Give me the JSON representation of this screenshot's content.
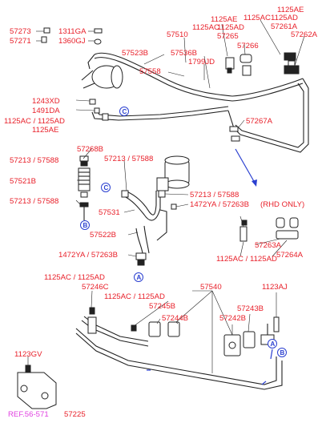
{
  "labels": {
    "l57273": "57273",
    "l57271": "57271",
    "l1311GA": "1311GA",
    "l1360GJ": "1360GJ",
    "l57510": "57510",
    "l57523B": "57523B",
    "l57558": "57558",
    "l57536B": "57536B",
    "l1799JD": "1799JD",
    "l1125AE_a": "1125AE",
    "l1125AC_a": "1125AC",
    "l1125AD_a": "1125AD",
    "l57265": "57265",
    "l57266": "57266",
    "l1125AE_b": "1125AE",
    "l1125AC_b": "1125AC",
    "l1125AD_b": "1125AD",
    "l57261A": "57261A",
    "l57262A": "57262A",
    "l1243XD": "1243XD",
    "l1491DA": "1491DA",
    "l1125AC_1125AD_a": "1125AC / 1125AD",
    "l1125AE_c": "1125AE",
    "l57267A": "57267A",
    "l57268B": "57268B",
    "l57213_57588_a": "57213 / 57588",
    "l57213_57588_b": "57213 / 57588",
    "l57521B": "57521B",
    "l57213_57588_c": "57213 / 57588",
    "l57213_57588_d": "57213 / 57588",
    "l1472YA_57263B_a": "1472YA / 57263B",
    "l57531": "57531",
    "l57522B": "57522B",
    "l1472YA_57263B_b": "1472YA / 57263B",
    "lRHD": "(RHD ONLY)",
    "l57263A": "57263A",
    "l1125AC_1125AD_b": "1125AC / 1125AD",
    "l57264A": "57264A",
    "l1125AC_1125AD_c": "1125AC / 1125AD",
    "l57246C": "57246C",
    "l57540": "57540",
    "l1125AC_1125AD_d": "1125AC / 1125AD",
    "l57245B": "57245B",
    "l57244B": "57244B",
    "l57243B": "57243B",
    "l57242B": "57242B",
    "l1123AJ": "1123AJ",
    "l1123GV": "1123GV",
    "lREF": "REF.56-571",
    "l57225": "57225"
  },
  "circles": {
    "c_top": "C",
    "c_mid": "C",
    "b_left": "B",
    "a_left": "A",
    "a_right": "A",
    "b_right": "B"
  },
  "colors": {
    "label": "#e8202a",
    "reference": "#e040e0",
    "connector": "#2a3fd0",
    "line": "#222222"
  }
}
